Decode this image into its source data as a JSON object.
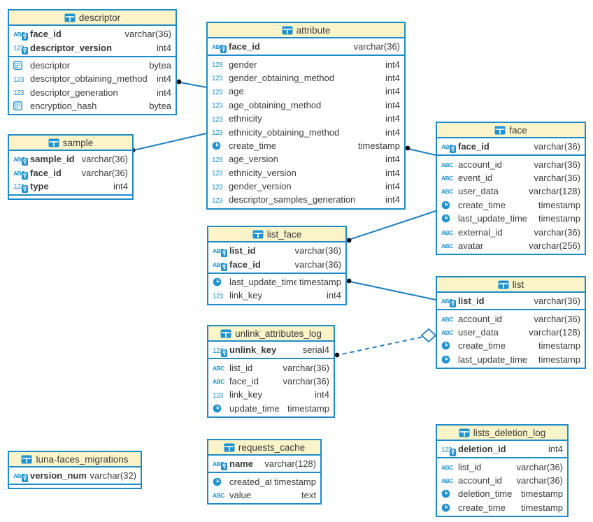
{
  "diagram": {
    "colors": {
      "border_blue": "#1e8cc8",
      "header_yellow": "#fcf4c9",
      "relation_line_blue": "#1a7fc1",
      "icon_blue": "#1f93d0",
      "text": "#3b3b3b"
    },
    "tables": [
      {
        "name": "descriptor",
        "columns": [
          {
            "name": "face_id",
            "type": "varchar(36)",
            "icon": "text",
            "pk": true
          },
          {
            "name": "descriptor_version",
            "type": "int4",
            "icon": "number",
            "pk": true
          },
          {
            "name": "descriptor",
            "type": "bytea",
            "icon": "binary",
            "pk": false
          },
          {
            "name": "descriptor_obtaining_method",
            "type": "int4",
            "icon": "number",
            "pk": false
          },
          {
            "name": "descriptor_generation",
            "type": "int4",
            "icon": "number",
            "pk": false
          },
          {
            "name": "encryption_hash",
            "type": "bytea",
            "icon": "binary",
            "pk": false
          }
        ]
      },
      {
        "name": "attribute",
        "columns": [
          {
            "name": "face_id",
            "type": "varchar(36)",
            "icon": "text",
            "pk": true
          },
          {
            "name": "gender",
            "type": "int4",
            "icon": "number",
            "pk": false
          },
          {
            "name": "gender_obtaining_method",
            "type": "int4",
            "icon": "number",
            "pk": false
          },
          {
            "name": "age",
            "type": "int4",
            "icon": "number",
            "pk": false
          },
          {
            "name": "age_obtaining_method",
            "type": "int4",
            "icon": "number",
            "pk": false
          },
          {
            "name": "ethnicity",
            "type": "int4",
            "icon": "number",
            "pk": false
          },
          {
            "name": "ethnicity_obtaining_method",
            "type": "int4",
            "icon": "number",
            "pk": false
          },
          {
            "name": "create_time",
            "type": "timestamp",
            "icon": "timestamp",
            "pk": false
          },
          {
            "name": "age_version",
            "type": "int4",
            "icon": "number",
            "pk": false
          },
          {
            "name": "ethnicity_version",
            "type": "int4",
            "icon": "number",
            "pk": false
          },
          {
            "name": "gender_version",
            "type": "int4",
            "icon": "number",
            "pk": false
          },
          {
            "name": "descriptor_samples_generation",
            "type": "int4",
            "icon": "number",
            "pk": false
          }
        ]
      },
      {
        "name": "face",
        "columns": [
          {
            "name": "face_id",
            "type": "varchar(36)",
            "icon": "text",
            "pk": true
          },
          {
            "name": "account_id",
            "type": "varchar(36)",
            "icon": "text",
            "pk": false
          },
          {
            "name": "event_id",
            "type": "varchar(36)",
            "icon": "text",
            "pk": false
          },
          {
            "name": "user_data",
            "type": "varchar(128)",
            "icon": "text",
            "pk": false
          },
          {
            "name": "create_time",
            "type": "timestamp",
            "icon": "timestamp",
            "pk": false
          },
          {
            "name": "last_update_time",
            "type": "timestamp",
            "icon": "timestamp",
            "pk": false
          },
          {
            "name": "external_id",
            "type": "varchar(36)",
            "icon": "text",
            "pk": false
          },
          {
            "name": "avatar",
            "type": "varchar(256)",
            "icon": "text",
            "pk": false
          }
        ]
      },
      {
        "name": "sample",
        "columns": [
          {
            "name": "sample_id",
            "type": "varchar(36)",
            "icon": "text",
            "pk": true
          },
          {
            "name": "face_id",
            "type": "varchar(36)",
            "icon": "text",
            "pk": true
          },
          {
            "name": "type",
            "type": "int4",
            "icon": "number",
            "pk": true
          }
        ]
      },
      {
        "name": "list_face",
        "columns": [
          {
            "name": "list_id",
            "type": "varchar(36)",
            "icon": "text",
            "pk": true
          },
          {
            "name": "face_id",
            "type": "varchar(36)",
            "icon": "text",
            "pk": true
          },
          {
            "name": "last_update_time",
            "type": "timestamp",
            "icon": "timestamp",
            "pk": false
          },
          {
            "name": "link_key",
            "type": "int4",
            "icon": "number",
            "pk": false
          }
        ]
      },
      {
        "name": "list",
        "columns": [
          {
            "name": "list_id",
            "type": "varchar(36)",
            "icon": "text",
            "pk": true
          },
          {
            "name": "account_id",
            "type": "varchar(36)",
            "icon": "text",
            "pk": false
          },
          {
            "name": "user_data",
            "type": "varchar(128)",
            "icon": "text",
            "pk": false
          },
          {
            "name": "create_time",
            "type": "timestamp",
            "icon": "timestamp",
            "pk": false
          },
          {
            "name": "last_update_time",
            "type": "timestamp",
            "icon": "timestamp",
            "pk": false
          }
        ]
      },
      {
        "name": "unlink_attributes_log",
        "columns": [
          {
            "name": "unlink_key",
            "type": "serial4",
            "icon": "number",
            "pk": true
          },
          {
            "name": "list_id",
            "type": "varchar(36)",
            "icon": "text",
            "pk": false
          },
          {
            "name": "face_id",
            "type": "varchar(36)",
            "icon": "text",
            "pk": false
          },
          {
            "name": "link_key",
            "type": "int4",
            "icon": "number",
            "pk": false
          },
          {
            "name": "update_time",
            "type": "timestamp",
            "icon": "timestamp",
            "pk": false
          }
        ]
      },
      {
        "name": "requests_cache",
        "columns": [
          {
            "name": "name",
            "type": "varchar(128)",
            "icon": "text",
            "pk": true
          },
          {
            "name": "created_at",
            "type": "timestamp",
            "icon": "timestamp",
            "pk": false
          },
          {
            "name": "value",
            "type": "text",
            "icon": "text",
            "pk": false
          }
        ]
      },
      {
        "name": "luna-faces_migrations",
        "columns": [
          {
            "name": "version_num",
            "type": "varchar(32)",
            "icon": "text",
            "pk": true
          }
        ]
      },
      {
        "name": "lists_deletion_log",
        "columns": [
          {
            "name": "deletion_id",
            "type": "int4",
            "icon": "number",
            "pk": true
          },
          {
            "name": "list_id",
            "type": "varchar(36)",
            "icon": "text",
            "pk": false
          },
          {
            "name": "account_id",
            "type": "varchar(36)",
            "icon": "text",
            "pk": false
          },
          {
            "name": "deletion_time",
            "type": "timestamp",
            "icon": "timestamp",
            "pk": false
          },
          {
            "name": "create_time",
            "type": "timestamp",
            "icon": "timestamp",
            "pk": false
          }
        ]
      }
    ],
    "relations": [
      {
        "from": "descriptor",
        "to": "attribute",
        "style": "solid",
        "from_marker": "dot"
      },
      {
        "from": "sample",
        "to": "attribute",
        "style": "solid",
        "from_marker": "dot"
      },
      {
        "from": "attribute",
        "to": "face",
        "style": "solid",
        "from_marker": "dot"
      },
      {
        "from": "list_face",
        "to": "face",
        "style": "solid",
        "from_marker": "dot"
      },
      {
        "from": "list_face",
        "to": "list",
        "style": "solid",
        "from_marker": "dot"
      },
      {
        "from": "unlink_attributes_log",
        "to": "list",
        "style": "dashed",
        "from_marker": "dot",
        "to_marker": "diamond"
      }
    ]
  }
}
